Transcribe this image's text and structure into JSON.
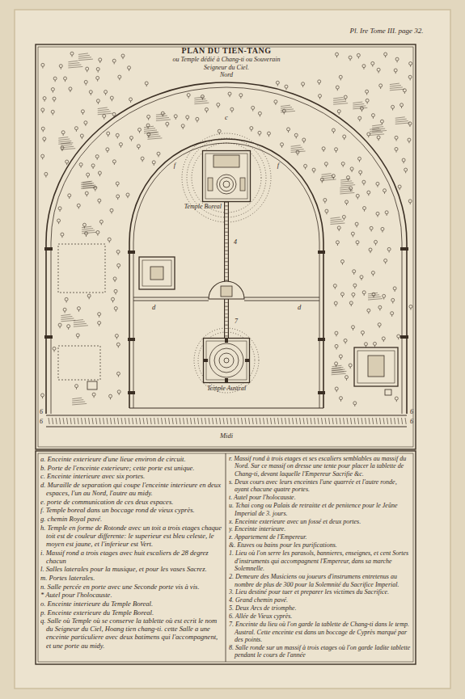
{
  "diagram": {
    "title": "PLAN DU TIEN-TANG",
    "nodes": [
      {
        "text": [
          "Temple Boreal"
        ]
      },
      {
        "text": [
          "Temple Austral"
        ]
      }
    ],
    "edges": [
      {
        "from": 0,
        "to": 1,
        "arrow": "none"
      }
    ],
    "labels": [
      "Pl. Ire Tome III. page 32.",
      "ou Temple dédié à Chang-ti ou Souverain Seigneur du Ciel.",
      "Nord",
      "c",
      "f",
      "f",
      "4",
      "d",
      "d",
      "7",
      "6",
      "6",
      "6",
      "6",
      "Midi",
      "a. Enceinte exterieure d'une lieue environ de circuit.",
      "b. Porte de l'enceinte exterieure; cette porte est unique.",
      "c. Enceinte interieure avec six portes.",
      "d. Muraille de separation qui coupe l'enceinte interieure en deux espaces, l'un au Nord, l'autre au midy.",
      "e. porte de communication de ces deux espaces.",
      "f. Temple boreal dans un boccage rond de vieux cyprès.",
      "g. chemin Royal pavé.",
      "h. Temple en forme de Rotonde avec un toit a trois etages chaque toit est de couleur differente: le superieur est bleu celeste, le moyen est jaune, et l'inferieur est Vert.",
      "i. Massif rond a trois etages avec huit escaliers de 28 degrez chacun",
      "l. Salles laterales pour la musique, et pour les vases Sacrez.",
      "m. Portes laterales.",
      "n. Salle percée en porte avec une Seconde porte vis à vis.",
      "* Autel pour l'holocauste.",
      "o. Enceinte interieure du Temple Boreal.",
      "p. Enceinte exterieure du Temple Boreal.",
      "q. Salle où Temple où se conserve la tablette où est ecrit le nom du Seigneur du Ciel, Hoang tien chang-ti. cette Salle a une enceinte particuliere avec deux batimens qui l'accompagnent, et une porte au midy.",
      "r. Massif rond à trois etages et ses escaliers semblables au massif du Nord. Sur ce massif on dresse une tente pour placer la tablette de Chang-ti, devant laquelle l'Empereur Sacrifie &c.",
      "s. Deux cours avec leurs enceintes l'une quarrée et l'autre ronde, ayant chacune quatre portes.",
      "t. Autel pour l'holocauste.",
      "u. Tchai cong ou Palais de retraitte et de penitence pour le Jeûne Imperial de 3. jours.",
      "x. Enceinte exterieure avec un fossé et deux portes.",
      "y. Enceinte interieure.",
      "z. Appartement de l'Empereur.",
      "&. Etuves ou bains pour les purifications.",
      "1. Lieu où l'on serre les parasols, bannieres, enseignes, et cent Sortes d'instruments qui accompagnent l'Empereur, dans sa marche Solemnelle.",
      "2. Demeure des Musiciens ou joueurs d'instrumens entretenus au nombre de plus de 300 pour la Solemnité du Sacrifice Imperial.",
      "3. Lieu destiné pour tuer et preparer les victimes du Sacrifice.",
      "4. Grand chemin pavé.",
      "5. Deux Arcs de triomphe.",
      "6. Allée de Vieux cyprès.",
      "7. Enceinte du lieu où l'on garde la tablette de Chang-ti dans le temp. Austral. Cette enceinte est dans un boccage de Cyprès marqué par des points.",
      "8. Salle ronde sur un massif à trois etages où l'on garde ladite tablette pendant le cours de l'année"
    ]
  }
}
